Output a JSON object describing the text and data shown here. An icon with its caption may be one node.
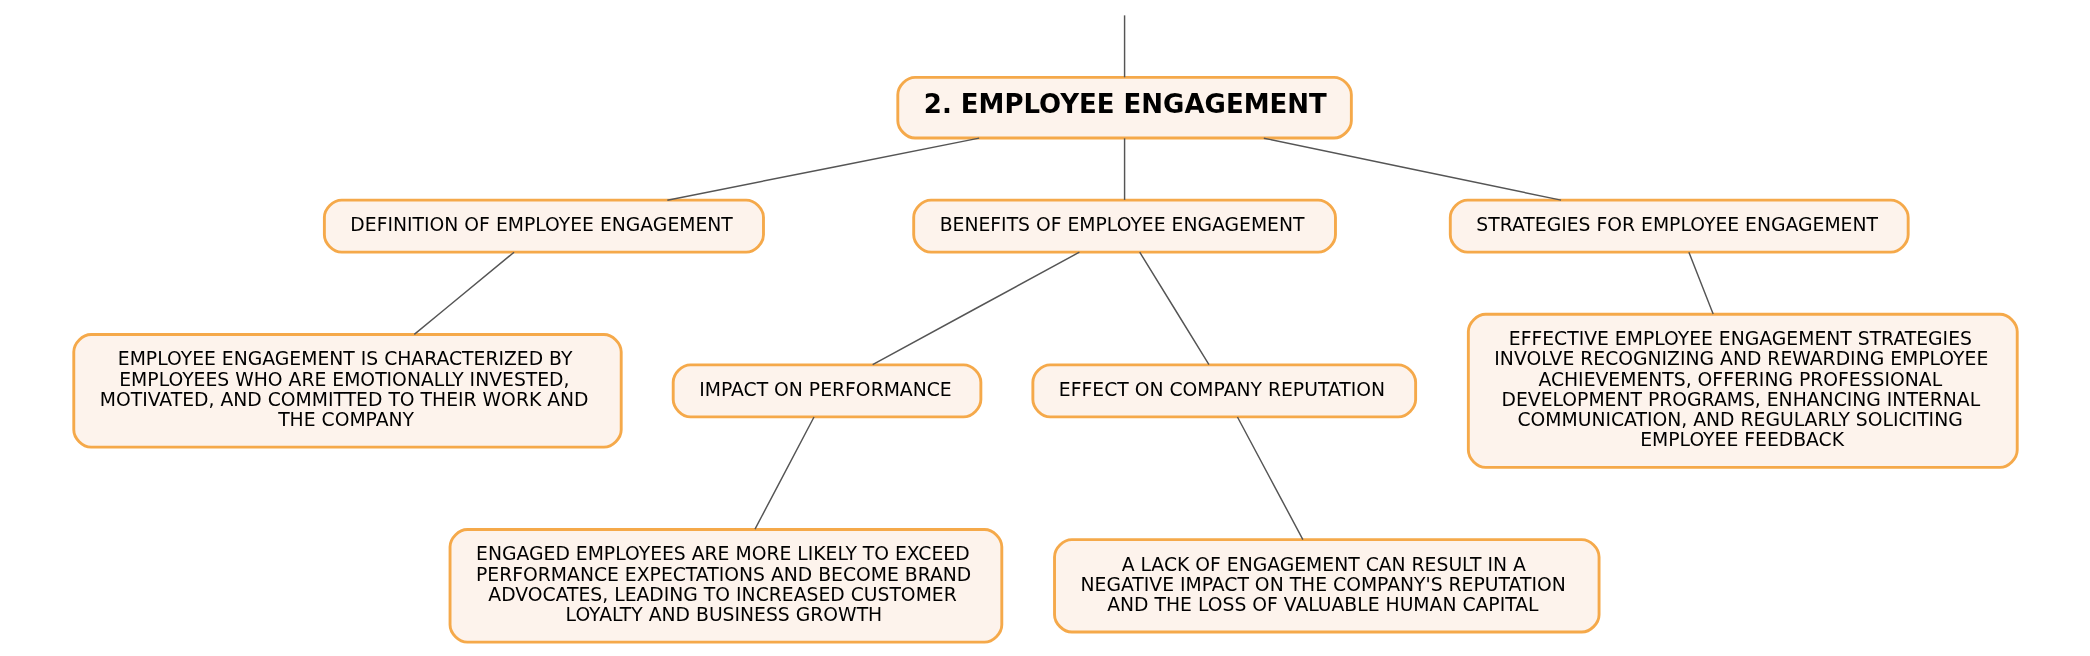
{
  "diagram": {
    "nodes": [
      {
        "text": [
          "2. EMPLOYEE ENGAGEMENT"
        ]
      },
      {
        "text": [
          "DEFINITION OF EMPLOYEE ENGAGEMENT"
        ]
      },
      {
        "text": [
          "BENEFITS OF EMPLOYEE ENGAGEMENT"
        ]
      },
      {
        "text": [
          "STRATEGIES FOR EMPLOYEE ENGAGEMENT"
        ]
      },
      {
        "text": [
          "EMPLOYEE ENGAGEMENT IS CHARACTERIZED BY EMPLOYEES WHO ARE EMOTIONALLY INVESTED, MOTIVATED, AND COMMITTED TO THEIR WORK AND THE COMPANY"
        ]
      },
      {
        "text": [
          "IMPACT ON PERFORMANCE"
        ]
      },
      {
        "text": [
          "EFFECT ON COMPANY REPUTATION"
        ]
      },
      {
        "text": [
          "EFFECTIVE EMPLOYEE ENGAGEMENT STRATEGIES INVOLVE RECOGNIZING AND REWARDING EMPLOYEE ACHIEVEMENTS, OFFERING PROFESSIONAL DEVELOPMENT PROGRAMS, ENHANCING INTERNAL COMMUNICATION, AND REGULARLY SOLICITING EMPLOYEE FEEDBACK"
        ]
      },
      {
        "text": [
          "ENGAGED EMPLOYEES ARE MORE LIKELY TO EXCEED PERFORMANCE EXPECTATIONS AND BECOME BRAND ADVOCATES, LEADING TO INCREASED CUSTOMER LOYALTY AND BUSINESS GROWTH"
        ]
      },
      {
        "text": [
          "A LACK OF ENGAGEMENT CAN RESULT IN A NEGATIVE IMPACT ON THE COMPANY'S REPUTATION AND THE LOSS OF VALUABLE HUMAN CAPITAL"
        ]
      }
    ],
    "edges": [
      {
        "from": null,
        "to": 0,
        "arrow": "none"
      },
      {
        "from": 0,
        "to": 1,
        "arrow": "none"
      },
      {
        "from": 0,
        "to": 2,
        "arrow": "none"
      },
      {
        "from": 0,
        "to": 3,
        "arrow": "none"
      },
      {
        "from": 1,
        "to": 4,
        "arrow": "none"
      },
      {
        "from": 2,
        "to": 5,
        "arrow": "none"
      },
      {
        "from": 2,
        "to": 6,
        "arrow": "none"
      },
      {
        "from": 3,
        "to": 7,
        "arrow": "none"
      },
      {
        "from": 5,
        "to": 8,
        "arrow": "none"
      },
      {
        "from": 6,
        "to": 9,
        "arrow": "none"
      }
    ]
  }
}
